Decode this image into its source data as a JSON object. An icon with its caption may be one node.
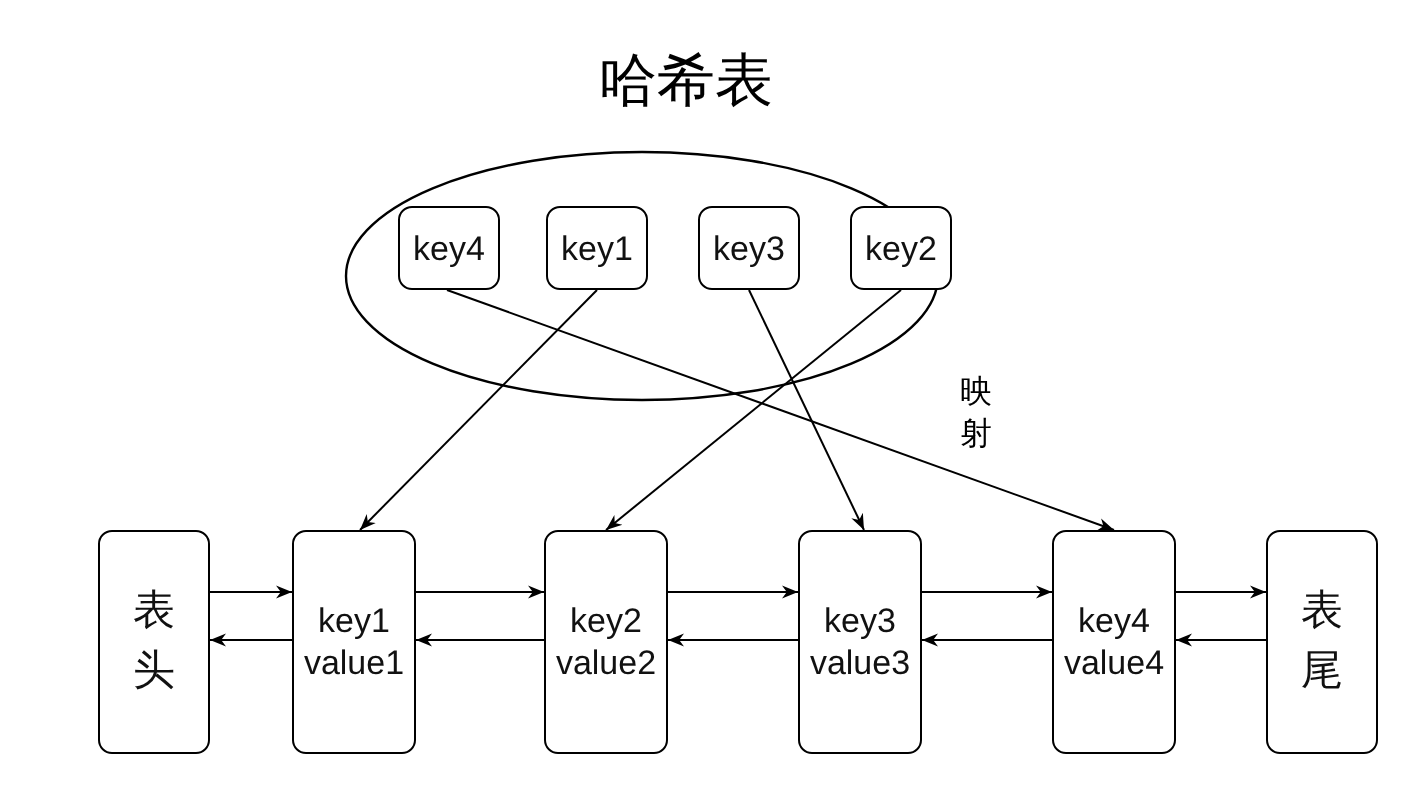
{
  "diagram": {
    "nodes": [
      {
        "text": [
          "哈希表"
        ]
      },
      {
        "text": [
          "key4"
        ],
        "in": 0
      },
      {
        "text": [
          "key1"
        ],
        "in": 0
      },
      {
        "text": [
          "key3"
        ],
        "in": 0
      },
      {
        "text": [
          "key2"
        ],
        "in": 0
      },
      {
        "text": [
          "表头"
        ]
      },
      {
        "text": [
          "key1 value1"
        ]
      },
      {
        "text": [
          "key2 value2"
        ]
      },
      {
        "text": [
          "key3 value3"
        ]
      },
      {
        "text": [
          "key4 value4"
        ]
      },
      {
        "text": [
          "表尾"
        ]
      }
    ],
    "edges": [
      {
        "from": 1,
        "to": 9,
        "arrow": "to"
      },
      {
        "from": 2,
        "to": 6,
        "arrow": "to"
      },
      {
        "from": 3,
        "to": 8,
        "arrow": "to"
      },
      {
        "from": 4,
        "to": 7,
        "arrow": "to"
      },
      {
        "from": 5,
        "to": 6,
        "arrow": "to"
      },
      {
        "from": 6,
        "to": 7,
        "arrow": "to"
      },
      {
        "from": 7,
        "to": 8,
        "arrow": "to"
      },
      {
        "from": 8,
        "to": 9,
        "arrow": "to"
      },
      {
        "from": 9,
        "to": 10,
        "arrow": "to"
      },
      {
        "from": 6,
        "to": 5,
        "arrow": "to"
      },
      {
        "from": 7,
        "to": 6,
        "arrow": "to"
      },
      {
        "from": 8,
        "to": 7,
        "arrow": "to"
      },
      {
        "from": 9,
        "to": 8,
        "arrow": "to"
      },
      {
        "from": 10,
        "to": 9,
        "arrow": "to"
      }
    ],
    "labels": [
      "映射"
    ]
  }
}
